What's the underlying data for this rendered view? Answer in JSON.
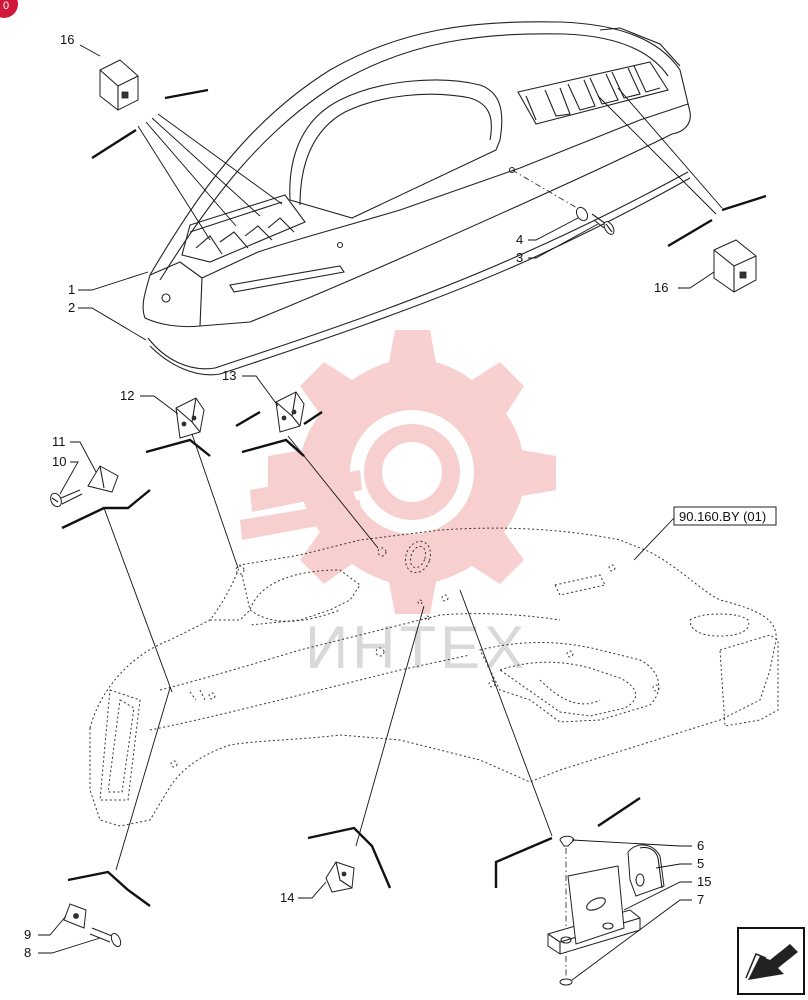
{
  "page_marker": "0",
  "watermark": {
    "text": "ИНТЕХ",
    "color": "#f5a0a0"
  },
  "reference_box": {
    "text": "90.160.BY (01)"
  },
  "callouts": {
    "c1": "1",
    "c2": "2",
    "c3": "3",
    "c4": "4",
    "c5": "5",
    "c6": "6",
    "c7": "7",
    "c8": "8",
    "c9": "9",
    "c10": "10",
    "c11": "11",
    "c12": "12",
    "c13": "13",
    "c14": "14",
    "c15": "15",
    "c16a": "16",
    "c16b": "16"
  },
  "icons": {
    "corner": "back-arrow-icon"
  },
  "colors": {
    "line": "#222222",
    "marker": "#d0183b",
    "watermark": "#f5a0a0"
  }
}
